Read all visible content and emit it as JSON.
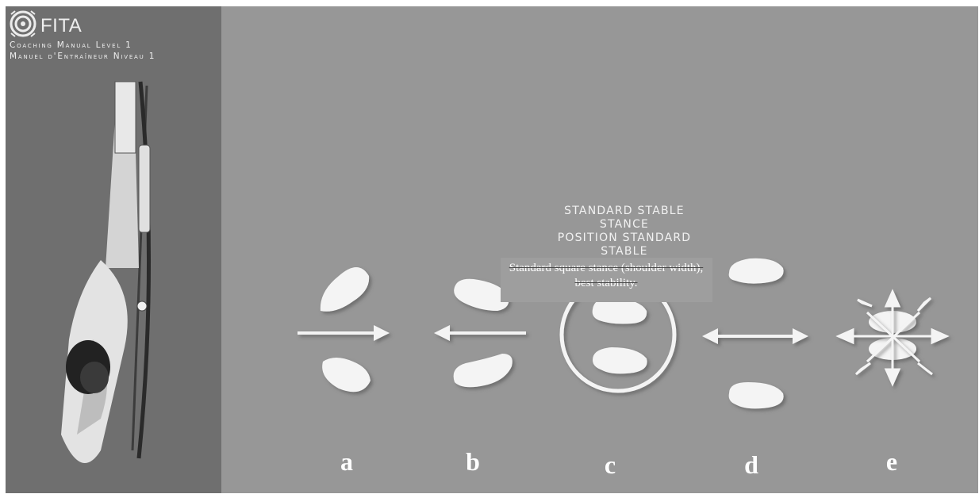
{
  "brand": {
    "name": "FITA",
    "line1": "Coaching Manual Level 1",
    "line2": "Manuel d'Entraîneur Niveau 1"
  },
  "stance": {
    "title_lines": [
      "STANDARD STABLE",
      "STANCE",
      "POSITION STANDARD",
      "STABLE"
    ]
  },
  "tooltip": {
    "text": "Standard square stance (shoulder width), best stability."
  },
  "labels": [
    "a",
    "b",
    "c",
    "d",
    "e"
  ],
  "colors": {
    "background": "#979797",
    "panel": "#6f6f6f",
    "foreground": "#ffffff"
  }
}
